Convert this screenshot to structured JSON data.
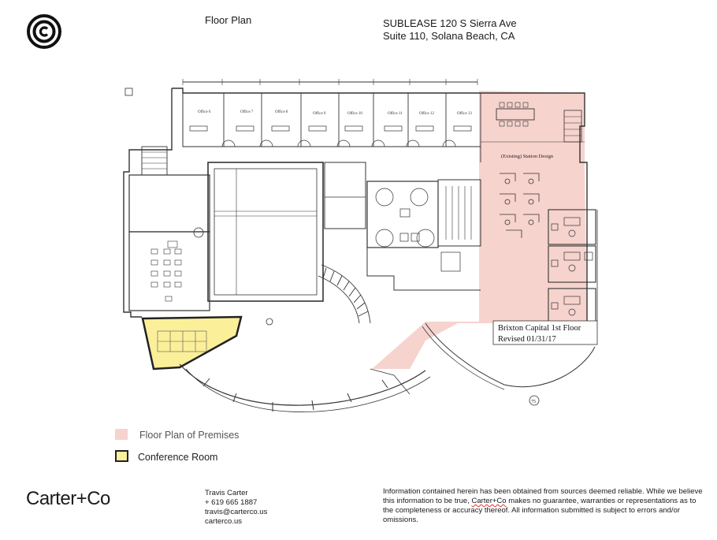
{
  "header": {
    "logo_icon": "copyright-circle-logo-icon",
    "title": "Floor Plan",
    "address_line1": "SUBLEASE 120 S Sierra Ave",
    "address_line2": "Suite 110, Solana Beach, CA"
  },
  "plan": {
    "title_line1": "Brixton Capital 1st Floor",
    "title_line2": "Revised 01/31/17",
    "station_design_label": "(Existing) Station Design",
    "marker_label": "75",
    "office_labels": [
      "Office 6",
      "Office 7",
      "Office 8",
      "Office 9",
      "Office 10",
      "Office 11",
      "Office 12",
      "Office 13"
    ],
    "colors": {
      "premises": "#f7d1cb",
      "conference": "#fbef99",
      "line": "#333333"
    }
  },
  "legend": {
    "premises_label": "Floor Plan of Premises",
    "conference_label": "Conference Room",
    "premises_color": "#f6d3cd",
    "conference_color": "#fbf09c"
  },
  "footer": {
    "brand": "Carter+Co",
    "contact_name": "Travis Carter",
    "contact_phone": "+ 619 665 1887",
    "contact_email": "travis@carterco.us",
    "contact_web": "carterco.us",
    "disclaimer_part1": "Information contained herein has been obtained from sources deemed reliable. While we believe this information to be true, ",
    "disclaimer_brand": "Carter+Co",
    "disclaimer_part2": " makes no guarantee, warranties or representations as to the completeness or accuracy thereof. All information submitted is subject to errors and/or omissions."
  }
}
